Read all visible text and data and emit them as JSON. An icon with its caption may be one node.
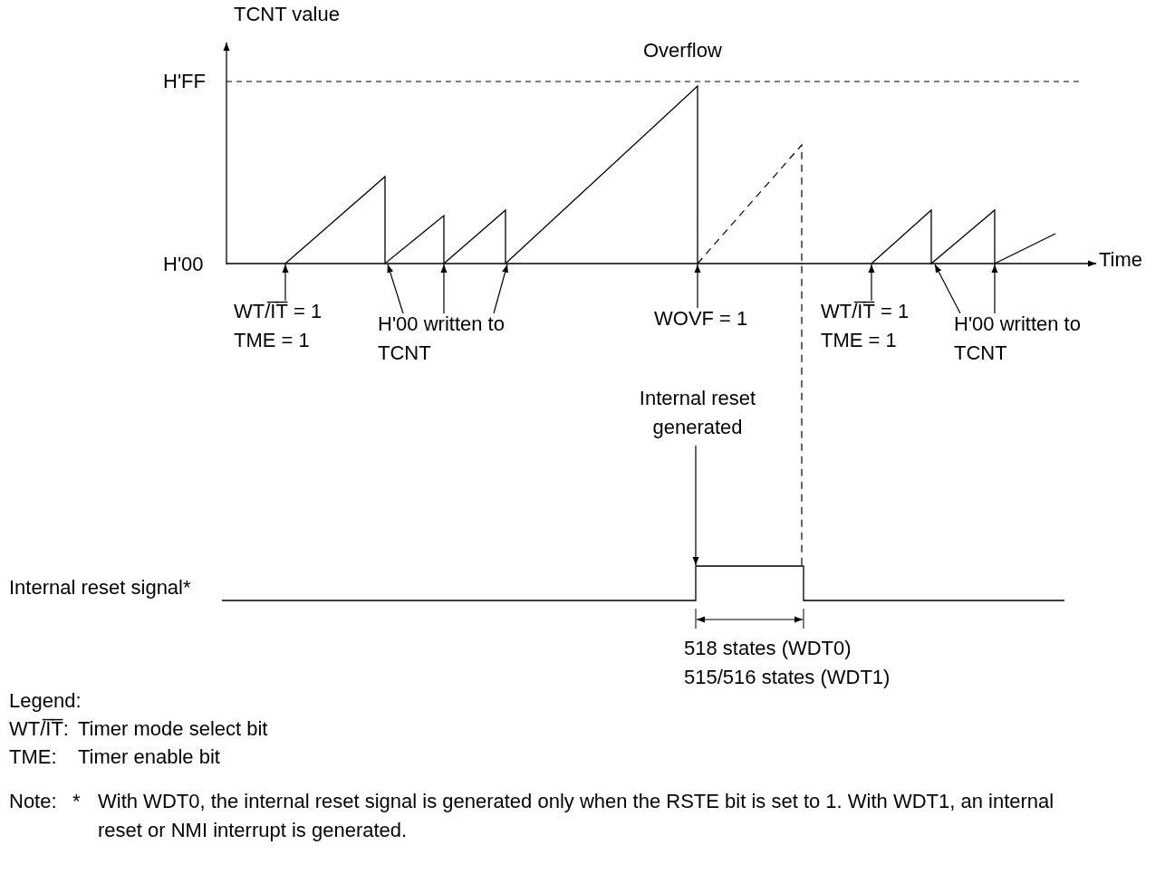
{
  "diagram": {
    "nodes": [
      {
        "text": [
          "WT/I̅T̅ = 1",
          "TME = 1"
        ]
      },
      {
        "text": [
          "H'00 written to TCNT"
        ]
      },
      {
        "text": [
          "WOVF = 1"
        ]
      },
      {
        "text": [
          "WT/I̅T̅ = 1",
          "TME = 1"
        ]
      },
      {
        "text": [
          "H'00 written to TCNT"
        ]
      },
      {
        "text": [
          "Internal reset generated"
        ]
      },
      {
        "text": [],
        "shape": "line"
      },
      {
        "text": [],
        "shape": "line"
      }
    ],
    "edges": [
      {
        "from": 0,
        "to": 6,
        "arrow": "to"
      },
      {
        "from": 1,
        "to": 6,
        "arrow": "to"
      },
      {
        "from": 1,
        "to": 6,
        "arrow": "to"
      },
      {
        "from": 1,
        "to": 6,
        "arrow": "to"
      },
      {
        "from": 2,
        "to": 6,
        "arrow": "to"
      },
      {
        "from": 3,
        "to": 6,
        "arrow": "to"
      },
      {
        "from": 4,
        "to": 6,
        "arrow": "to"
      },
      {
        "from": 4,
        "to": 6,
        "arrow": "to"
      },
      {
        "from": 5,
        "to": 7,
        "arrow": "to"
      }
    ],
    "labels": [
      "TCNT value",
      "Overflow",
      "H'FF",
      "H'00",
      "Time",
      "Internal reset signal*",
      "518 states (WDT0)",
      "515/516 states (WDT1)",
      "Legend:",
      "WT/I̅T̅:",
      "Timer mode select bit",
      "TME:",
      "Timer enable bit",
      "Note:",
      "*",
      "With WDT0, the internal reset signal is generated only when the RSTE bit is set to 1.  With WDT1, an internal reset or NMI interrupt is generated."
    ]
  }
}
